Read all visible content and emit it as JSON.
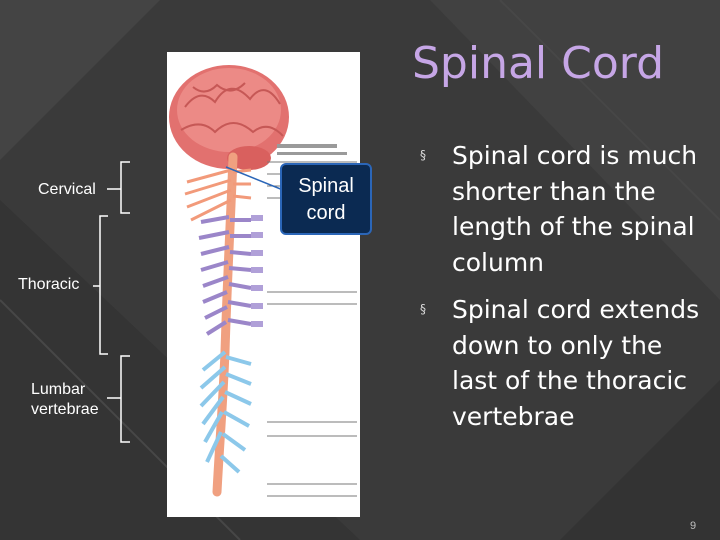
{
  "slide": {
    "title": "Spinal Cord",
    "page_number": "9",
    "callout_label_line1": "Spinal",
    "callout_label_line2": "cord",
    "side_labels": {
      "cervical": "Cervical",
      "thoracic": "Thoracic",
      "lumbar_line1": "Lumbar",
      "lumbar_line2": "vertebrae"
    },
    "bullets": [
      "Spinal cord is much shorter than the length of the spinal column",
      "Spinal cord extends down to only the last of the thoracic vertebrae"
    ],
    "bullet_marker": "§"
  },
  "colors": {
    "background": "#3a3a3a",
    "title": "#c6a6e6",
    "callout_fill": "#0b2a52",
    "callout_border": "#2b66b8",
    "brain": "#e2716f",
    "cord": "#f0a080",
    "nerves_thoracic": "#9b86c9",
    "nerves_lumbar": "#8cc8ea"
  }
}
